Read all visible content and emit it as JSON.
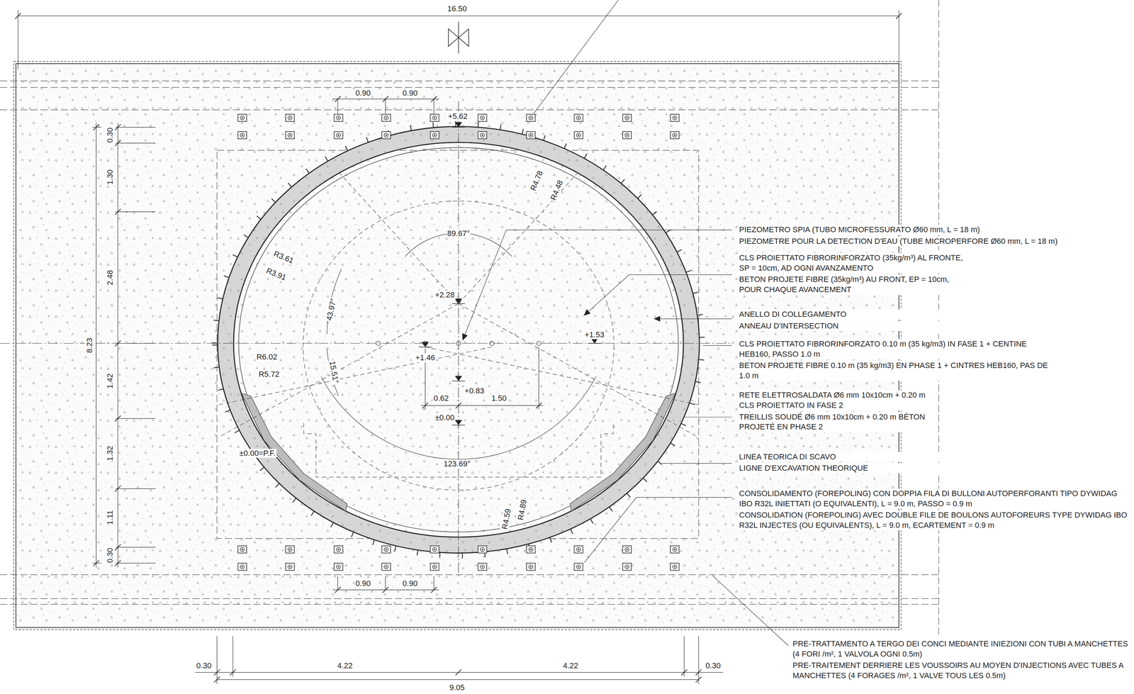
{
  "diagram": {
    "labels": [
      "16.50",
      "0.90",
      "0.90",
      "+5.62",
      "0.30",
      "1.30",
      "2.48",
      "8.23",
      "1.42",
      "1.32",
      "1.11",
      "0.30",
      "R4.78",
      "R4.48",
      "89.67°",
      "R3.61",
      "R3.91",
      "43.97°",
      "+2.28",
      "+1.53",
      "R6.02",
      "R5.72",
      "15.51°",
      "+1.46",
      "+0.83",
      "0.62",
      "1.50",
      "±0.00",
      "±0.00=P.F.",
      "123.69°",
      "R4.59",
      "R4.89",
      "0.90",
      "0.90",
      "0.30",
      "4.22",
      "4.22",
      "0.30",
      "9.05",
      "PIEZOMETRO SPIA (TUBO MICROFESSURATO Ø60 mm, L = 18 m)",
      "PIEZOMETRE POUR LA DETECTION D'EAU (TUBE MICROPERFORE Ø60 mm, L = 18 m)",
      "CLS PROIETTATO FIBRORINFORZATO (35kg/m³) AL FRONTE, SP = 10cm, AD OGNI AVANZAMENTO",
      "BETON PROJETE FIBRE (35kg/m³) AU FRONT, EP = 10cm, POUR CHAQUE AVANCEMENT",
      "ANELLO DI COLLEGAMENTO",
      "ANNEAU D'INTERSECTION",
      "CLS PROIETTATO FIBRORINFORZATO 0.10 m (35 kg/m3) IN FASE 1 + CENTINE HEB160, PASSO 1.0 m",
      "BETON PROJETE FIBRE 0.10 m (35 kg/m3) EN PHASE 1 + CINTRES HEB160, PAS DE 1.0 m",
      "RETE ELETTROSALDATA Ø6 mm 10x10cm + 0.20 m CLS PROIETTATO IN FASE 2",
      "TREILLIS SOUDÉ Ø6 mm 10x10cm + 0.20 m BÉTON PROJETÉ EN PHASE 2",
      "LINEA TEORICA DI SCAVO",
      "LIGNE D'EXCAVATION THEORIQUE",
      "CONSOLIDAMENTO (FOREPOLING) CON DOPPIA FILA DI BULLONI AUTOPERFORANTI TIPO DYWIDAG IBO R32L INIETTATI (O EQUIVALENTI), L = 9.0 m, PASSO = 0.9 m",
      "CONSOLIDATION (FOREPOLING) AVEC DOUBLE FILE DE BOULONS AUTOFOREURS TYPE DYWIDAG IBO R32L INJECTES (OU EQUIVALENTS), L = 9.0 m, ECARTEMENT = 0.9 m",
      "PRE-TRATTAMENTO A TERGO DEI CONCI MEDIANTE INIEZIONI CON TUBI A MANCHETTES (4 FORI /m², 1 VALVOLA OGNI 0.5m)",
      "PRE-TRAITEMENT DERRIERE LES VOUSSOIRS AU MOYEN D'INJECTIONS AVEC TUBES A MANCHETTES (4 FORAGES /m², 1 VALVE TOUS LES 0.5m)"
    ]
  }
}
